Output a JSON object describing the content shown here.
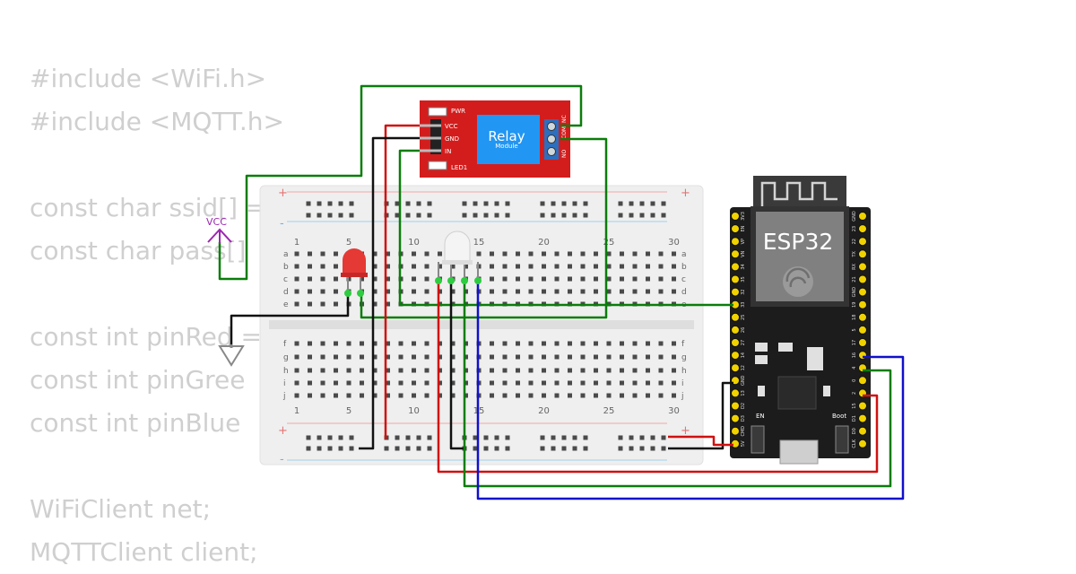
{
  "code_lines": [
    "#include <WiFi.h>",
    "#include <MQTT.h>",
    "",
    "const char ssid[] =",
    "const char pass[]",
    "",
    "const int pinRed =",
    "const int pinGree",
    "const int pinBlue",
    "",
    "WiFiClient net;",
    "MQTTClient client;"
  ],
  "relay": {
    "title": "Relay",
    "subtitle": "Module",
    "pins_left": [
      "VCC",
      "GND",
      "IN"
    ],
    "pins_right": [
      "NO",
      "COM",
      "NC"
    ],
    "led_pwr": "PWR",
    "led1": "LED1"
  },
  "esp32": {
    "title": "ESP32",
    "button_en": "EN",
    "button_boot": "Boot",
    "left_pins": [
      "3V3",
      "EN",
      "VP",
      "VN",
      "34",
      "35",
      "32",
      "33",
      "25",
      "26",
      "27",
      "14",
      "12",
      "GND",
      "13",
      "D2",
      "D3",
      "CMD",
      "5V"
    ],
    "right_pins": [
      "GND",
      "23",
      "22",
      "TX",
      "RX",
      "21",
      "GND",
      "19",
      "18",
      "5",
      "17",
      "16",
      "4",
      "0",
      "2",
      "15",
      "D1",
      "D0",
      "CLK"
    ]
  },
  "breadboard": {
    "column_numbers": [
      "1",
      "5",
      "10",
      "15",
      "20",
      "25",
      "30"
    ],
    "rows_top": [
      "a",
      "b",
      "c",
      "d",
      "e"
    ],
    "rows_bottom": [
      "f",
      "g",
      "h",
      "i",
      "j"
    ],
    "rail_plus": "+",
    "rail_minus": "-"
  },
  "power_symbols": {
    "vcc_label": "VCC"
  },
  "colors": {
    "wire_green": "#0a7d0a",
    "wire_red": "#d01010",
    "wire_black": "#111111",
    "wire_blue": "#1010cc",
    "relay_board": "#d31d1d",
    "relay_body": "#2196f3",
    "esp_board": "#1c1c1c",
    "breadboard": "#efefef",
    "vcc_symbol": "#9c27b0"
  }
}
